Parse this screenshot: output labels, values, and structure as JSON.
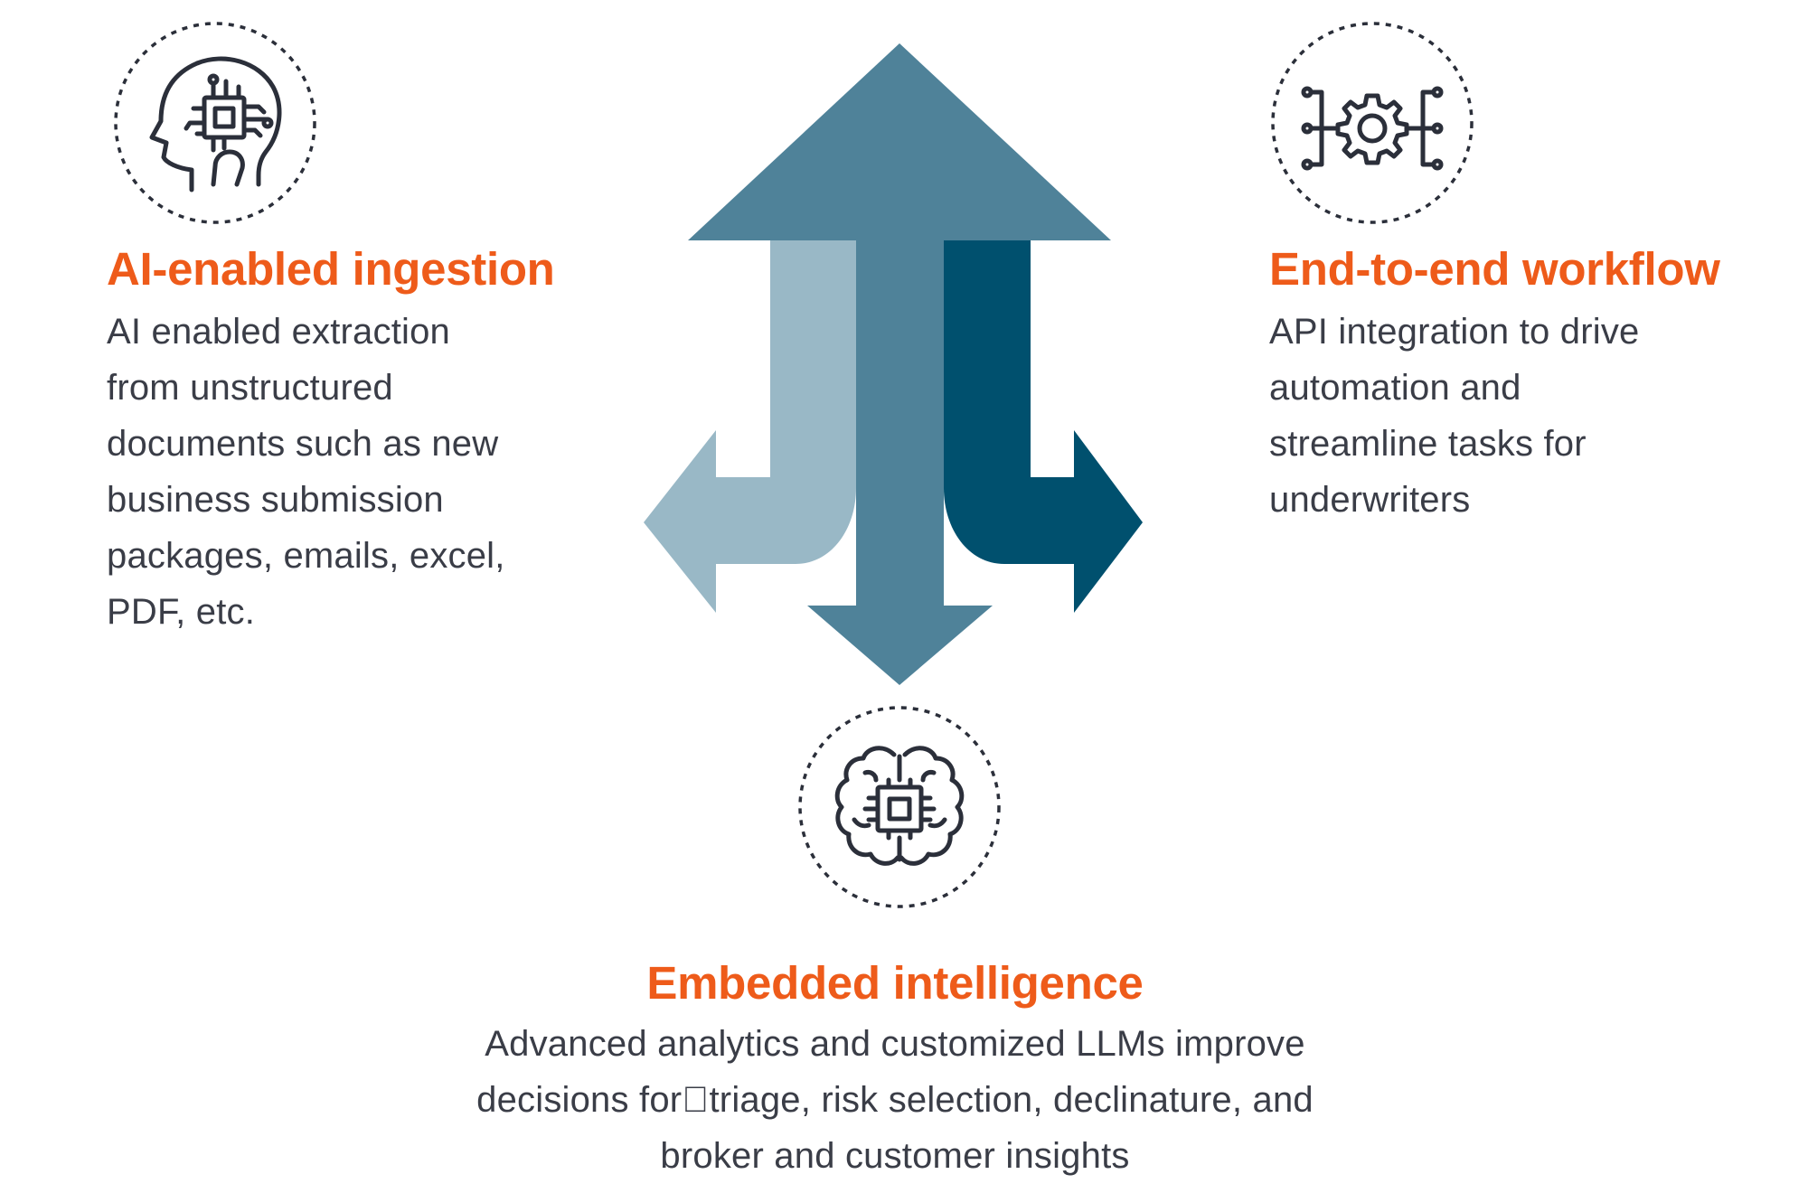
{
  "colors": {
    "accent_orange": "#ee5b1a",
    "text_dark": "#3a3d47",
    "icon_stroke": "#2b2f3a",
    "arrow_mid_blue": "#4f8299",
    "arrow_light_blue": "#99b8c6",
    "arrow_dark_teal": "#00506e"
  },
  "sections": {
    "ingestion": {
      "icon": "ai-head-chip-icon",
      "title": "AI-enabled ingestion",
      "lines": [
        "AI enabled extraction",
        "from unstructured",
        "documents such as new",
        "business submission",
        "packages, emails, excel,",
        "PDF, etc."
      ]
    },
    "workflow": {
      "icon": "gear-network-icon",
      "title": "End-to-end workflow",
      "lines": [
        "API integration to drive",
        "automation and",
        "streamline tasks for",
        "underwriters"
      ]
    },
    "intelligence": {
      "icon": "brain-chip-icon",
      "title": "Embedded intelligence",
      "lines": [
        "Advanced analytics and customized LLMs improve",
        "decisions for\u0000triage, risk selection, declinature, and",
        "broker and customer insights"
      ]
    }
  }
}
